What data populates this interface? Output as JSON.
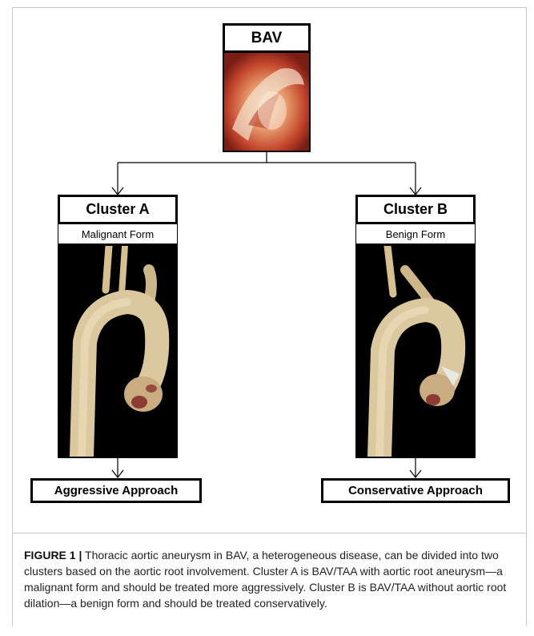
{
  "figure": {
    "top_box": {
      "title": "BAV"
    },
    "cluster_a": {
      "title": "Cluster A",
      "subtitle": "Malignant Form",
      "outcome": "Aggressive Approach"
    },
    "cluster_b": {
      "title": "Cluster B",
      "subtitle": "Benign Form",
      "outcome": "Conservative Approach"
    }
  },
  "caption": {
    "label": "FIGURE 1 |",
    "text": " Thoracic aortic aneurysm in BAV, a heterogeneous disease, can be divided into two clusters based on the aortic root involvement. Cluster A is BAV/TAA with aortic root aneurysm—a malignant form and should be treated more aggressively. Cluster B is BAV/TAA without aortic root dilation—a benign form and should be treated conservatively."
  },
  "colors": {
    "line": "#000000",
    "frame": "#c9c9c9",
    "photo_bg": "#000000",
    "aorta": "#d8c49a"
  }
}
